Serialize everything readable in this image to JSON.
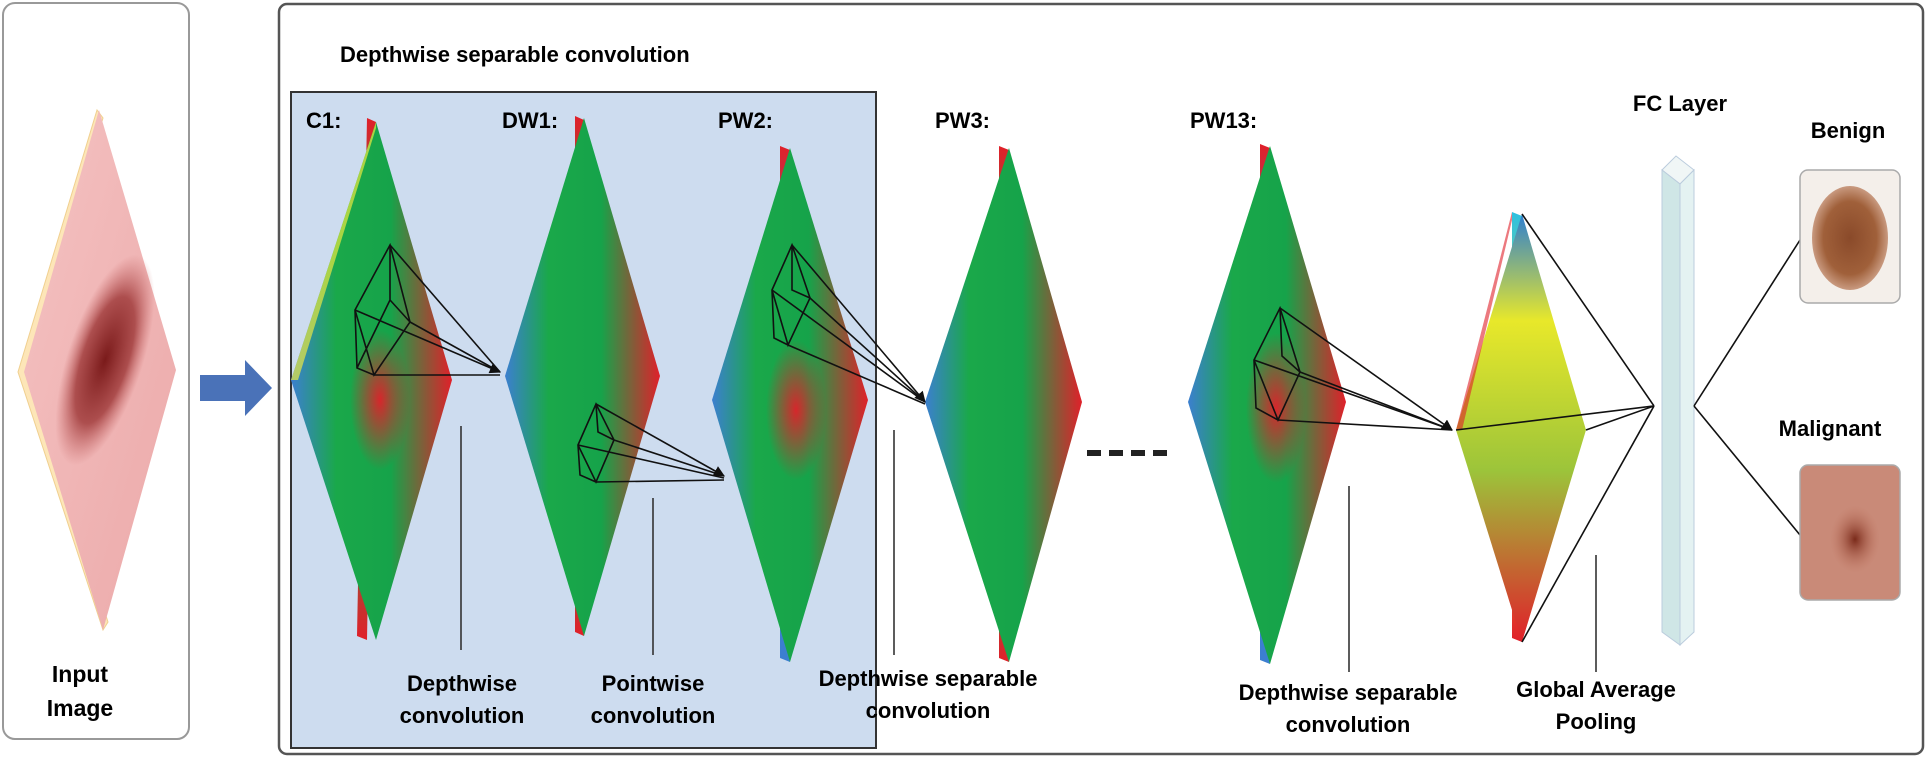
{
  "input": {
    "line1": "Input",
    "line2": "Image"
  },
  "group_title": "Depthwise separable convolution",
  "layers": {
    "c1": "C1:",
    "dw1": "DW1:",
    "pw2": "PW2:",
    "pw3": "PW3:",
    "pw13": "PW13:",
    "fc": "FC Layer"
  },
  "captions": {
    "depthwise": {
      "line1": "Depthwise",
      "line2": "convolution"
    },
    "pointwise": {
      "line1": "Pointwise",
      "line2": "convolution"
    },
    "sep1": {
      "line1": "Depthwise separable",
      "line2": "convolution"
    },
    "sep2": {
      "line1": "Depthwise separable",
      "line2": "convolution"
    },
    "gap": {
      "line1": "Global Average",
      "line2": "Pooling"
    }
  },
  "outputs": {
    "benign": "Benign",
    "malignant": "Malignant"
  },
  "colors": {
    "group_box_fill": "#cddcef",
    "arrow_blue": "#4a72b8",
    "map_blue": "#3c7fd0",
    "map_green": "#1aa84a",
    "map_red": "#e0202a",
    "pool_yellow": "#e8e82a",
    "fc_bar": "#d6ecec"
  }
}
